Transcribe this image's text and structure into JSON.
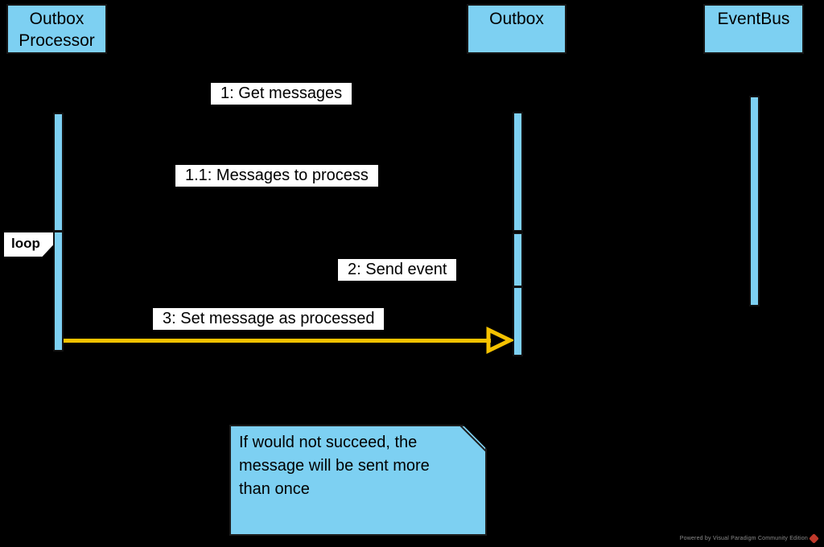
{
  "diagram": {
    "type": "uml-sequence",
    "colors": {
      "background": "#000000",
      "participant_fill": "#7DD0F2",
      "arrow_yellow": "#F5C200",
      "label_background": "#FFFFFF",
      "text": "#000000",
      "watermark_red": "#C0392B"
    },
    "participants": [
      {
        "id": "outbox-processor",
        "label": "Outbox Processor"
      },
      {
        "id": "outbox",
        "label": "Outbox"
      },
      {
        "id": "eventbus",
        "label": "EventBus"
      }
    ],
    "messages": [
      {
        "seq": "1",
        "label": "1: Get messages",
        "from": "Outbox Processor",
        "to": "Outbox"
      },
      {
        "seq": "1.1",
        "label": "1.1: Messages to process",
        "from": "Outbox",
        "to": "Outbox Processor"
      },
      {
        "seq": "2",
        "label": "2: Send event",
        "from": "Outbox Processor",
        "to": "Outbox"
      },
      {
        "seq": "3",
        "label": "3: Set message as processed",
        "from": "Outbox Processor",
        "to": "Outbox",
        "style": "yellow-open-arrow"
      }
    ],
    "fragment": {
      "operator": "loop"
    },
    "note": {
      "text": "If would not succeed, the message will be sent more than once",
      "lines": [
        "If would not succeed, the",
        "message will be sent more",
        "than once"
      ]
    },
    "watermark": {
      "text": "Powered by Visual Paradigm Community Edition"
    }
  }
}
